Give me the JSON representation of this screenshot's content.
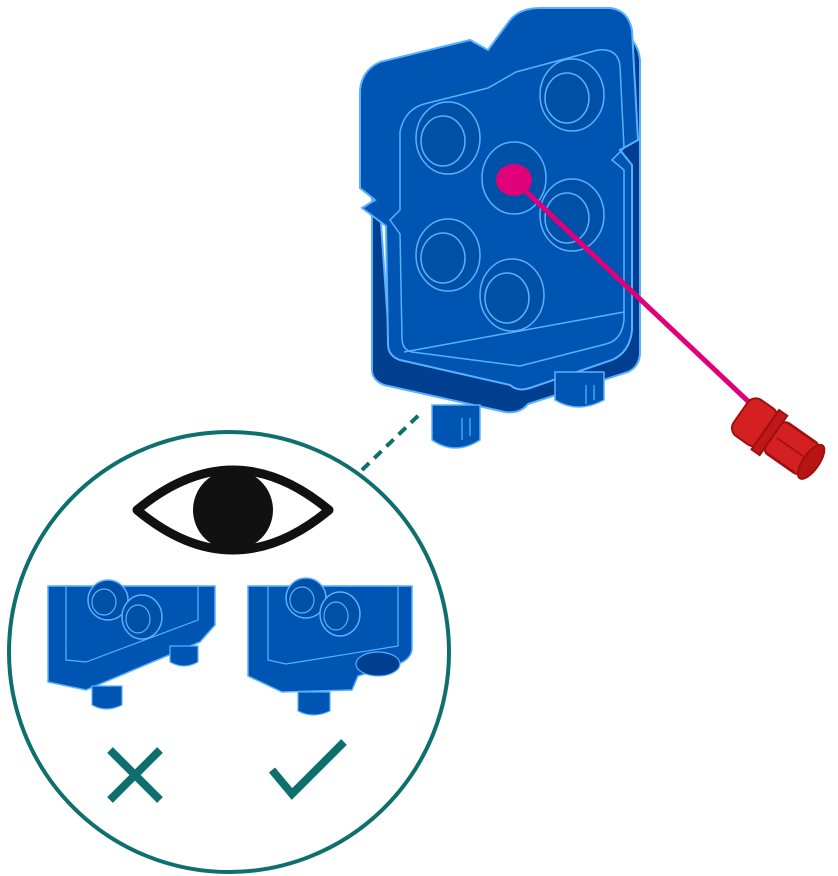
{
  "colors": {
    "brick_blue": "#0055b3",
    "brick_blue_dark": "#003f8f",
    "brick_edge": "#5ab0ff",
    "peg_red": "#d42020",
    "peg_red_dark": "#9e1010",
    "pointer_magenta": "#e0007a",
    "callout_teal": "#0e6f6f",
    "eye_black": "#111111"
  },
  "icons": {
    "eye": "eye-icon",
    "wrong": "cross-icon",
    "right": "check-icon"
  },
  "steps": {
    "main_part": "blue-plate-brick",
    "insert_part": "red-axle-pin",
    "wrong_orientation": "notch-missing",
    "right_orientation": "notch-present"
  }
}
